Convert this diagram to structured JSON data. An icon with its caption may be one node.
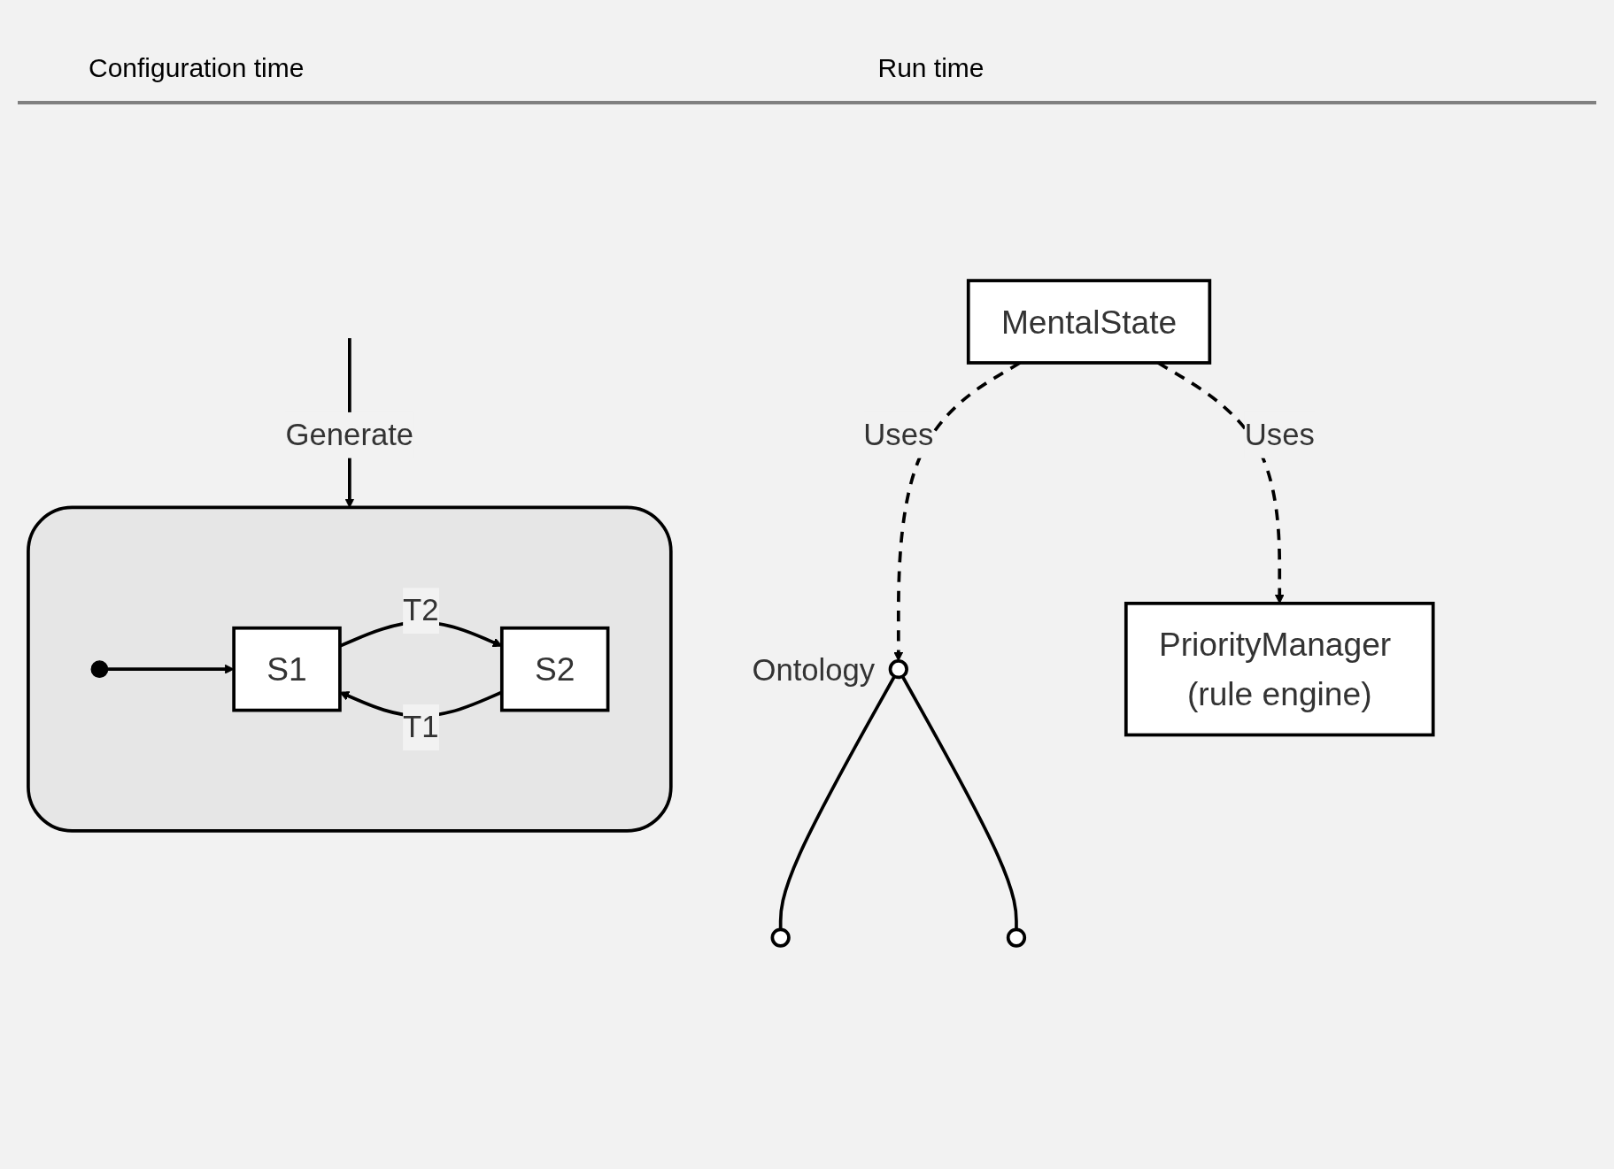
{
  "diagram": {
    "nodes": [
      {
        "text": [],
        "shape": "circle",
        "beside": [
          "Ontology"
        ]
      },
      {
        "text": [],
        "shape": "circle"
      },
      {
        "text": [],
        "shape": "circle"
      },
      {
        "text": [
          "MentalState"
        ]
      },
      {
        "text": [
          "PriorityManager (rule engine)"
        ]
      },
      {
        "text": [],
        "shape": "box"
      },
      {
        "text": [],
        "shape": "circle",
        "in": 5
      },
      {
        "text": [
          "S1"
        ],
        "in": 5
      },
      {
        "text": [
          "S2"
        ],
        "in": 5
      }
    ],
    "edges": [
      {
        "from": 0,
        "to": 1,
        "arrow": "none"
      },
      {
        "from": 0,
        "to": 2,
        "arrow": "none"
      },
      {
        "from": 3,
        "to": 0,
        "arrow": "to",
        "label": "Uses",
        "style": "dashed"
      },
      {
        "from": 3,
        "to": 4,
        "arrow": "to",
        "label": "Uses",
        "style": "dashed"
      },
      {
        "from": null,
        "to": 5,
        "arrow": "to",
        "label": "Generate"
      },
      {
        "from": 6,
        "to": 7,
        "arrow": "to"
      },
      {
        "from": 7,
        "to": 8,
        "arrow": "to",
        "label": "T2"
      },
      {
        "from": 8,
        "to": 7,
        "arrow": "to",
        "label": "T1"
      }
    ],
    "labels": [
      "Configuration time",
      "Run time"
    ]
  }
}
